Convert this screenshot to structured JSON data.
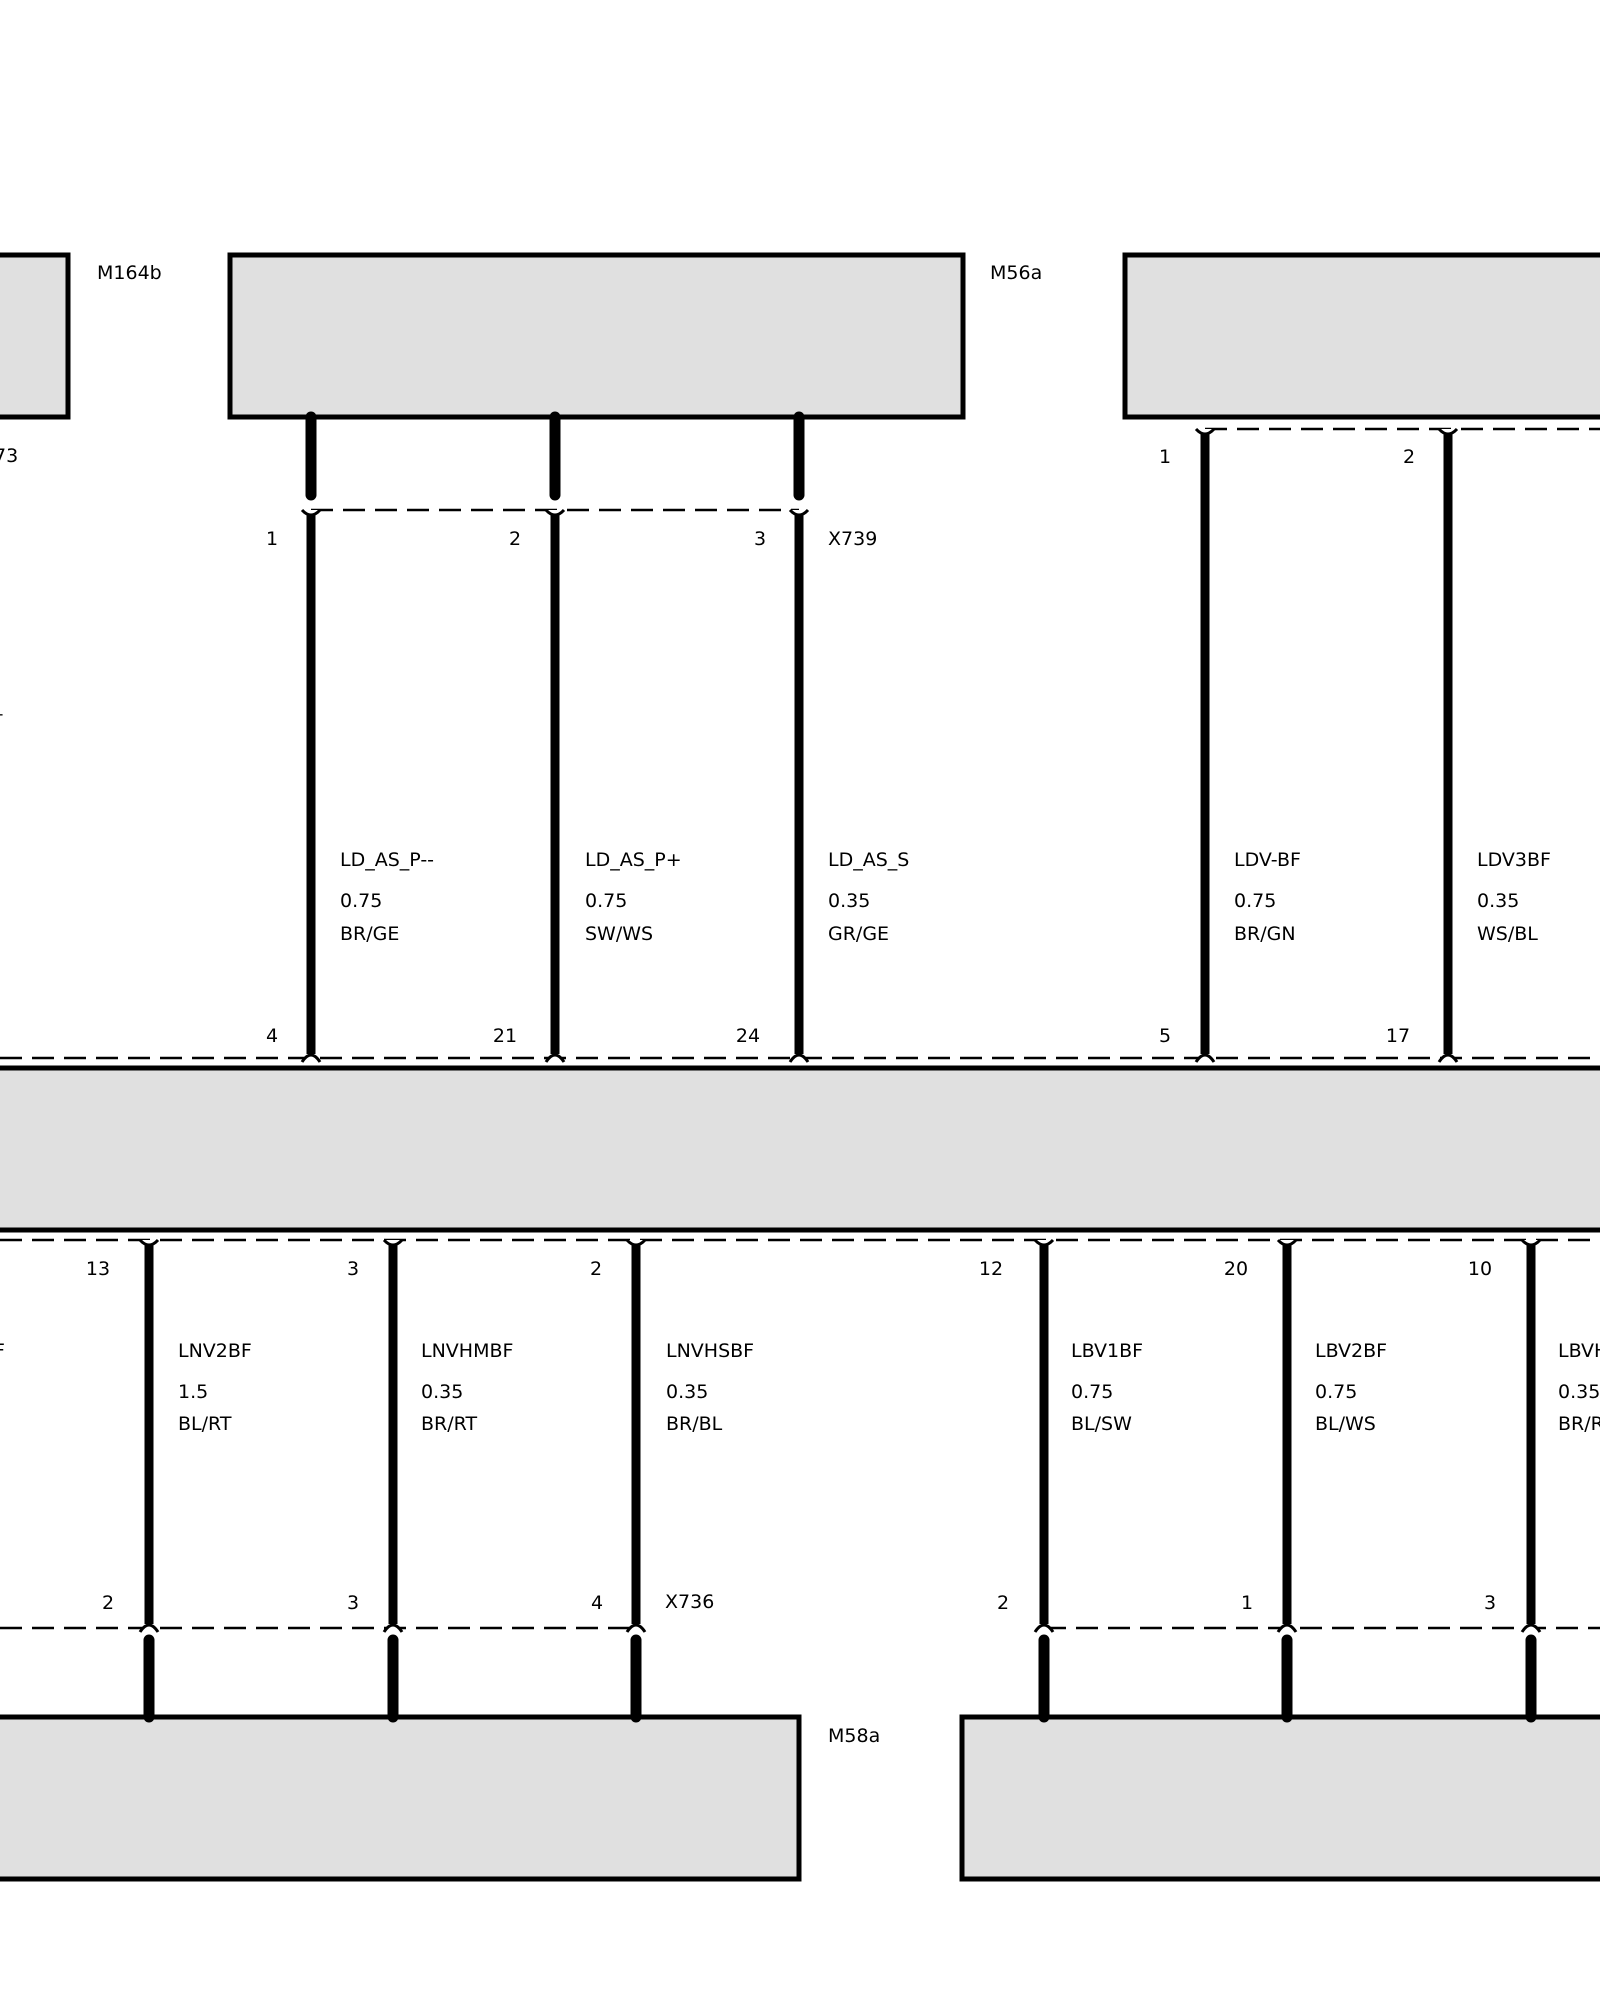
{
  "components": [
    {
      "id": "top-left-partial",
      "label": "M164b",
      "label_visible": true
    },
    {
      "id": "m164b-body",
      "label": "M56a"
    },
    {
      "id": "m56a-body",
      "label": ""
    },
    {
      "id": "control-module",
      "label": ""
    },
    {
      "id": "bottom-left-module",
      "label": "M58a"
    },
    {
      "id": "bottom-right-module",
      "label": ""
    }
  ],
  "partial_labels": {
    "top_left_pin": "73",
    "left_wire_tick": "–",
    "bottom_left_wire_tick": "F"
  },
  "connectors": {
    "x739": "X739",
    "x736": "X736"
  },
  "wires_top": [
    {
      "name": "LD_AS_P--",
      "size": "0.75",
      "color": "BR/GE",
      "pin_top": "1",
      "pin_bottom": "4"
    },
    {
      "name": "LD_AS_P+",
      "size": "0.75",
      "color": "SW/WS",
      "pin_top": "2",
      "pin_bottom": "21"
    },
    {
      "name": "LD_AS_S",
      "size": "0.35",
      "color": "GR/GE",
      "pin_top": "3",
      "pin_bottom": "24"
    },
    {
      "name": "LDV-BF",
      "size": "0.75",
      "color": "BR/GN",
      "pin_top": "1",
      "pin_bottom": "5"
    },
    {
      "name": "LDV3BF",
      "size": "0.35",
      "color": "WS/BL",
      "pin_top": "2",
      "pin_bottom": "17"
    }
  ],
  "wires_bottom": [
    {
      "name": "LNV2BF",
      "size": "1.5",
      "color": "BL/RT",
      "pin_top": "13",
      "pin_bottom": "2"
    },
    {
      "name": "LNVHMBF",
      "size": "0.35",
      "color": "BR/RT",
      "pin_top": "3",
      "pin_bottom": "3"
    },
    {
      "name": "LNVHSBF",
      "size": "0.35",
      "color": "BR/BL",
      "pin_top": "2",
      "pin_bottom": "4"
    },
    {
      "name": "LBV1BF",
      "size": "0.75",
      "color": "BL/SW",
      "pin_top": "12",
      "pin_bottom": "2"
    },
    {
      "name": "LBV2BF",
      "size": "0.75",
      "color": "BL/WS",
      "pin_top": "20",
      "pin_bottom": "1"
    },
    {
      "name": "LBVH",
      "size": "0.35",
      "color": "BR/R",
      "pin_top": "10",
      "pin_bottom": "3"
    }
  ]
}
